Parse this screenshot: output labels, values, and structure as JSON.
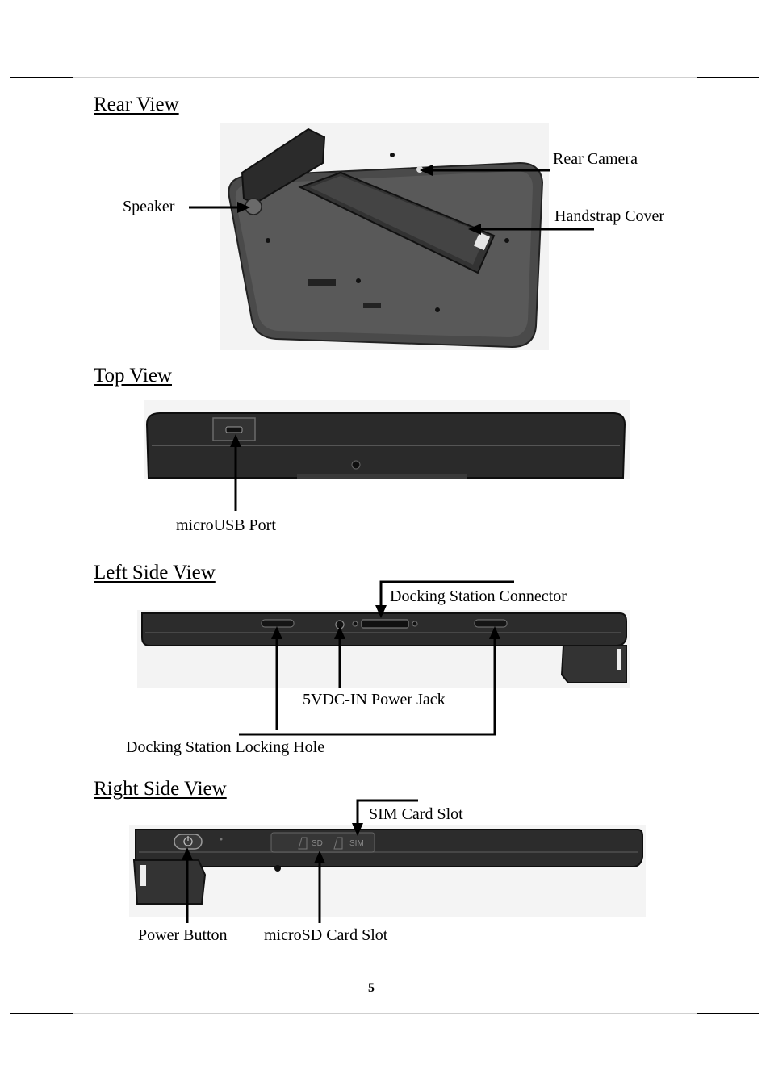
{
  "page_number": "5",
  "sections": {
    "rear": {
      "heading": "Rear View",
      "labels": {
        "rear_camera": "Rear Camera",
        "speaker": "Speaker",
        "handstrap_cover": "Handstrap Cover"
      }
    },
    "top": {
      "heading": "Top View",
      "labels": {
        "microusb": "microUSB Port"
      }
    },
    "left": {
      "heading": "Left Side View",
      "labels": {
        "docking_connector": "Docking Station Connector",
        "power_jack": "5VDC-IN Power Jack",
        "locking_hole": "Docking Station Locking Hole"
      }
    },
    "right": {
      "heading": "Right Side View",
      "labels": {
        "sim_slot": "SIM Card Slot",
        "power_button": "Power Button",
        "microsd_slot": "microSD Card Slot"
      },
      "slot_marks": {
        "sd": "SD",
        "sim": "SIM"
      }
    }
  },
  "colors": {
    "device": "#3a3a3a",
    "device_dark": "#1e1e1e",
    "photo_bg": "#f2f2f2"
  }
}
